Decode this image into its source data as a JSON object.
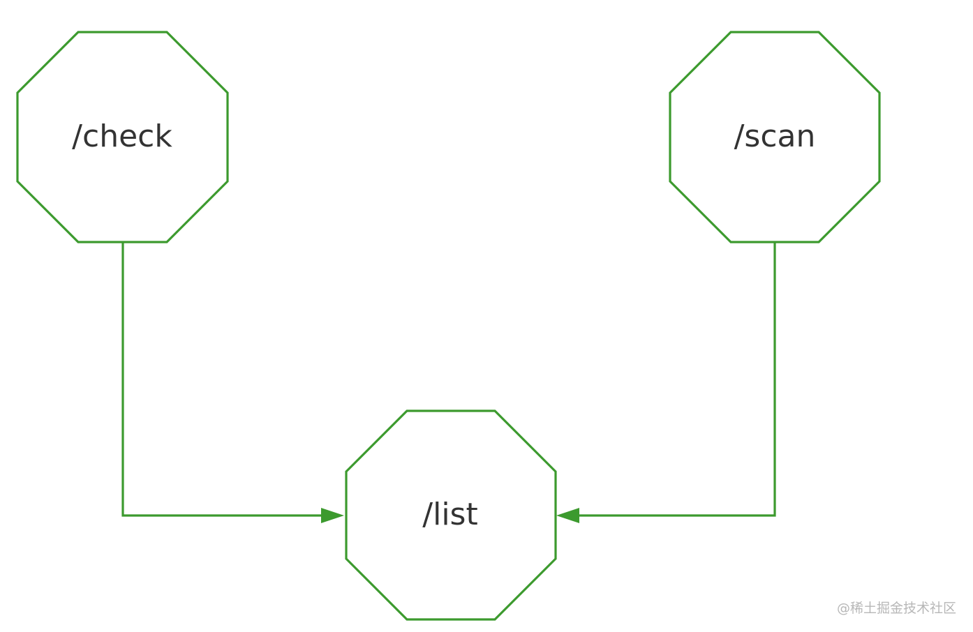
{
  "colors": {
    "stroke": "#3c9a2e",
    "label": "#333333",
    "watermark": "#b7b7b7"
  },
  "nodes": [
    {
      "id": "check",
      "label": "/check",
      "shape": "octagon"
    },
    {
      "id": "scan",
      "label": "/scan",
      "shape": "octagon"
    },
    {
      "id": "list",
      "label": "/list",
      "shape": "octagon"
    }
  ],
  "edges": [
    {
      "from": "check",
      "to": "list"
    },
    {
      "from": "scan",
      "to": "list"
    }
  ],
  "watermark": "@稀土掘金技术社区"
}
